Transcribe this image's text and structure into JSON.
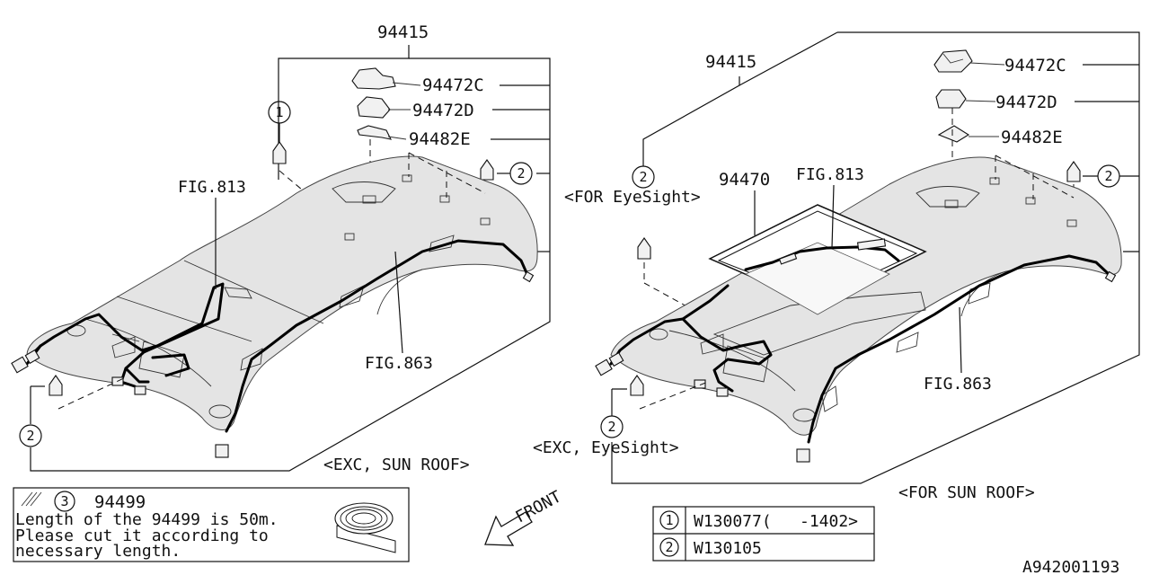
{
  "left_assembly": {
    "assembly_part": "94415",
    "parts": [
      "94472C",
      "94472D",
      "94482E"
    ],
    "callouts": {
      "clip_1": "1",
      "clip_2_upper": "2",
      "clip_2_lower": "2"
    },
    "fig_refs": [
      "FIG.813",
      "FIG.863"
    ],
    "variant_note": "<EXC, SUN ROOF>"
  },
  "right_assembly": {
    "assembly_part": "94415",
    "parts": [
      "94472C",
      "94472D",
      "94482E"
    ],
    "sunroof_part": "94470",
    "callouts": {
      "clip_2_right": "2",
      "clip_2_eyesight": "2",
      "clip_2_lower": "2"
    },
    "fig_refs": [
      "FIG.813",
      "FIG.863"
    ],
    "eyesight_note": "<FOR EyeSight>",
    "exc_eyesight_note": "<EXC, EyeSight>",
    "variant_note": "<FOR SUN ROOF>"
  },
  "tape_note": {
    "callout": "3",
    "part": "94499",
    "lines": [
      "Length of the 94499 is 50m.",
      "Please cut it according to",
      "necessary length."
    ]
  },
  "front_arrow": {
    "label": "FRONT"
  },
  "legend": [
    {
      "callout": "1",
      "part": "W130077(",
      "range": "-1402>"
    },
    {
      "callout": "2",
      "part": "W130105",
      "range": ""
    }
  ],
  "diagram_id": "A942001193"
}
